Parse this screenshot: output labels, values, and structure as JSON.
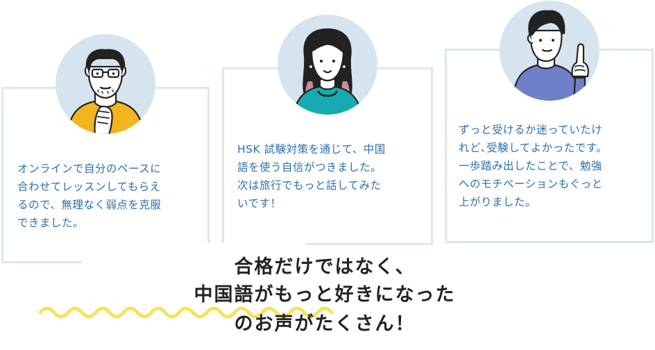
{
  "testimonials": [
    {
      "quote": "オンラインで自分のペースに\n合わせてレッスンしてもらえ\nるので、無理なく弱点を克服\nできました。"
    },
    {
      "quote": "HSK 試験対策を通じて、中国\n語を使う自信がつきました。\n次は旅行でもっと話してみた\nいです！"
    },
    {
      "quote": "ずっと受けるか迷っていたけ\nれど､受験してよかったです。\n一歩踏み出したことで、勉強\nへのモチベーションもぐっと\n上がりました。"
    }
  ],
  "headline": {
    "line1": "合格だけではなく、",
    "line2": "中国語がもっと好きになった",
    "line3": "のお声がたくさん！"
  },
  "colors": {
    "card_border": "#dce6ef",
    "avatar_bg": "#d6e4ef",
    "quote_text": "#2b6fae",
    "headline_text": "#222222",
    "wave": "#f3e45a"
  },
  "icons": [
    "man-glasses-avatar",
    "woman-avatar",
    "man-pointing-avatar",
    "wave-underline"
  ]
}
